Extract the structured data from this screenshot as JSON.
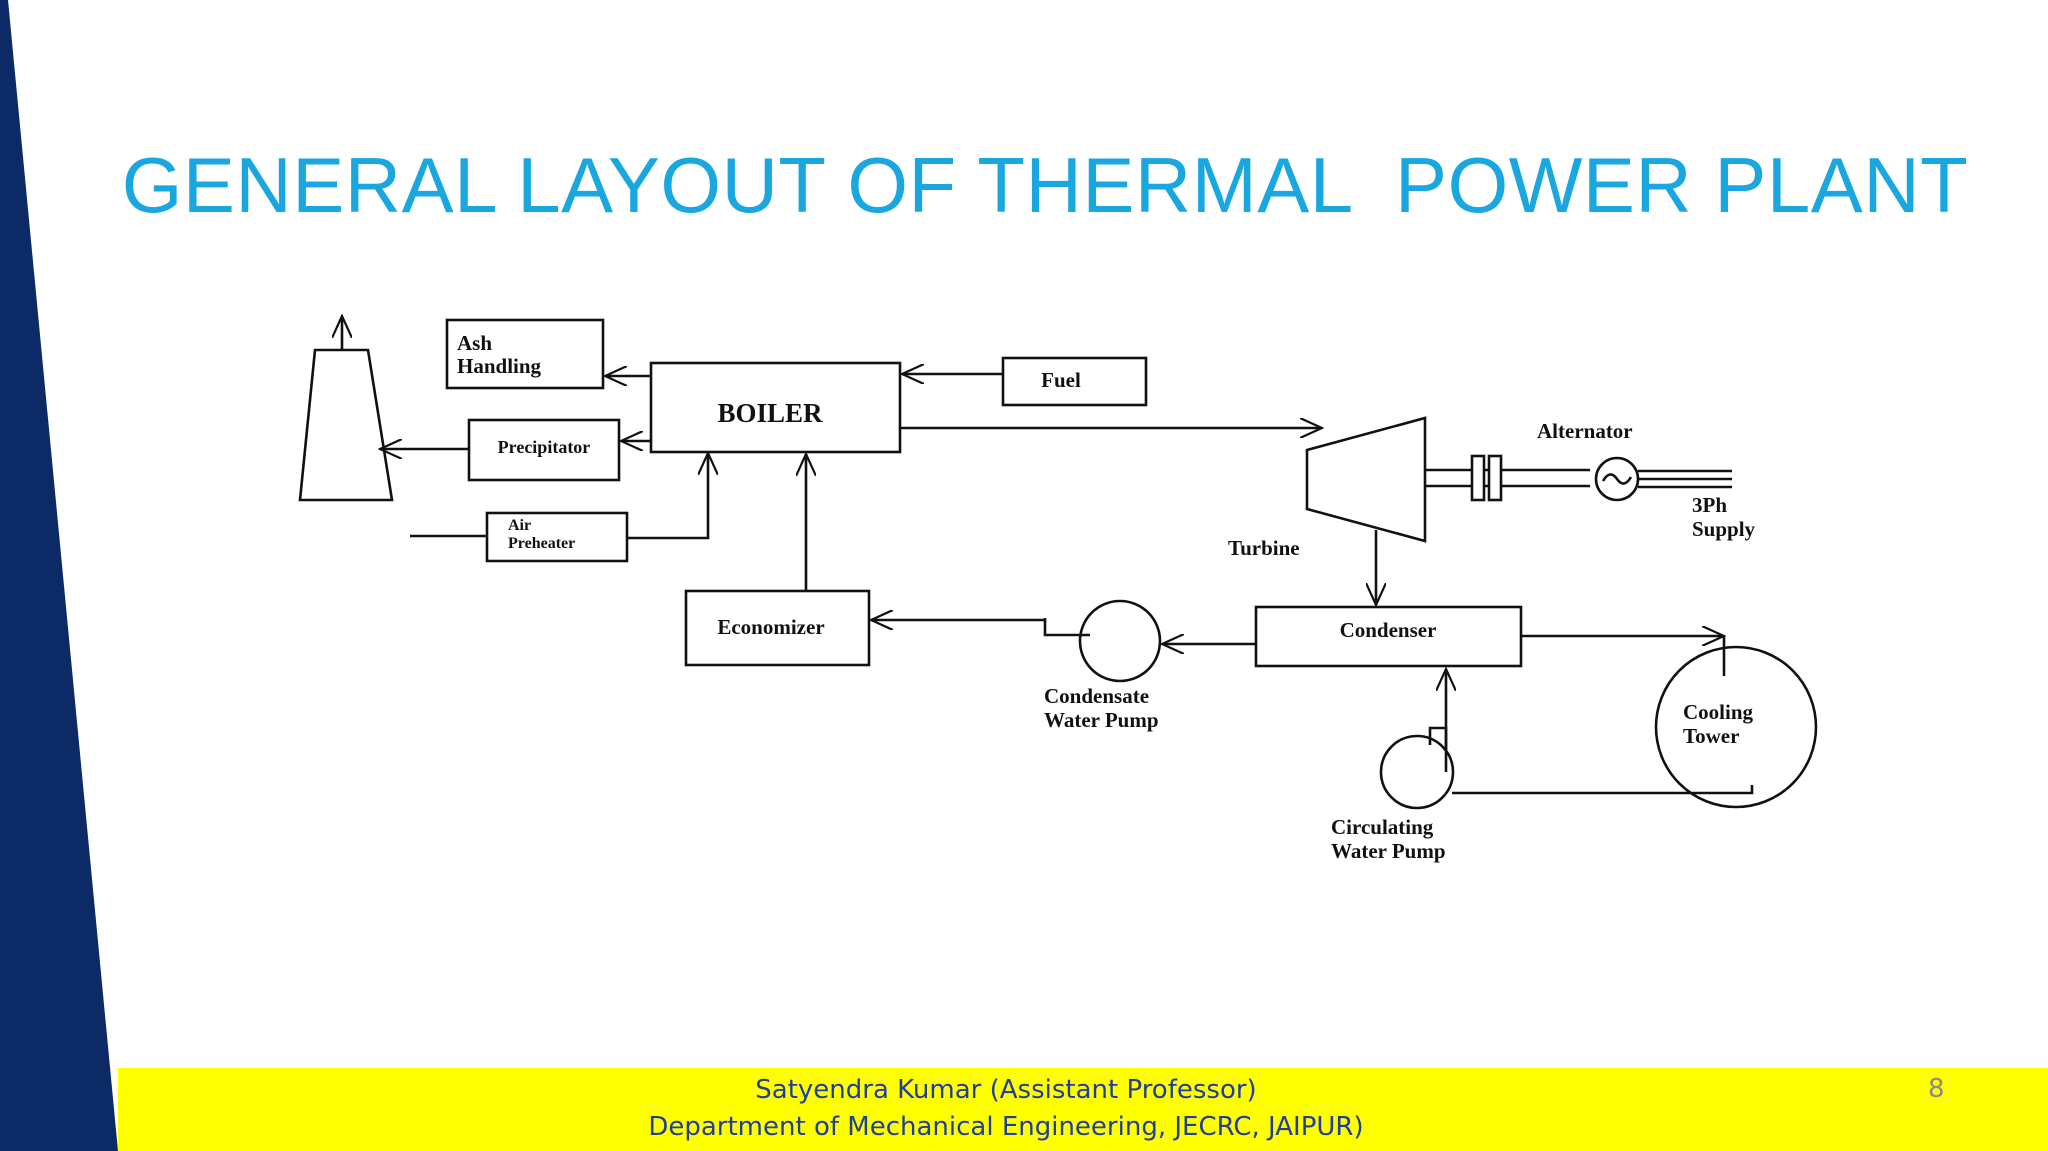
{
  "slide": {
    "title": "GENERAL LAYOUT OF THERMAL  POWER PLANT",
    "page_number": "8"
  },
  "footer": {
    "line1": "Satyendra Kumar (Assistant Professor)",
    "line2": "Department of Mechanical Engineering, JECRC, JAIPUR)"
  },
  "diagram": {
    "ash_handling": [
      "Ash",
      "Handling"
    ],
    "boiler": "BOILER",
    "fuel": "Fuel",
    "precipitator": "Precipitator",
    "air_preheater": [
      "Air",
      "Preheater"
    ],
    "economizer": "Economizer",
    "turbine": "Turbine",
    "alternator": "Alternator",
    "supply": [
      "3Ph",
      "Supply"
    ],
    "condenser": "Condenser",
    "condensate_pump": [
      "Condensate",
      "Water Pump"
    ],
    "cooling_tower": [
      "Cooling",
      "Tower"
    ],
    "circulating_pump": [
      "Circulating",
      "Water Pump"
    ]
  },
  "colors": {
    "title": "#1aa7e0",
    "left_band": "#0c2a66",
    "footer_band": "#ffff00",
    "footer_text": "#1f3f9a",
    "page_number": "#8a8a8a"
  }
}
